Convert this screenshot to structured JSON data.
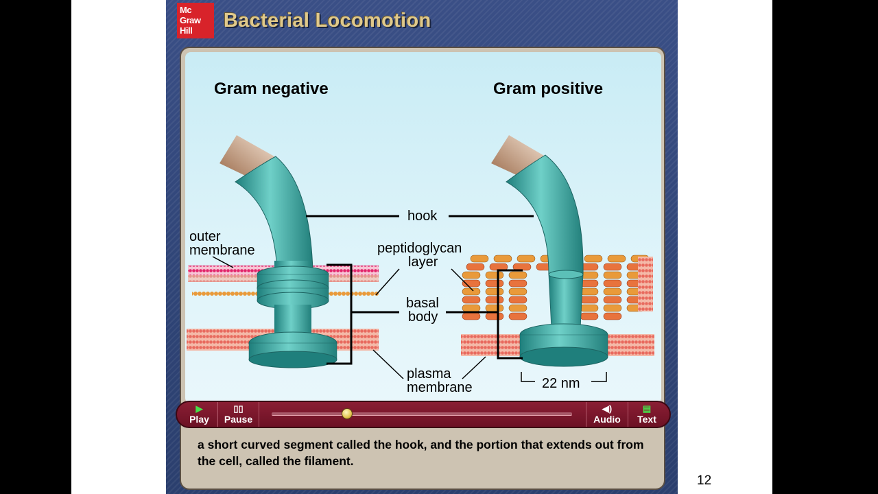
{
  "publisher_logo": {
    "line1": "Mc",
    "line2": "Graw",
    "line3": "Hill"
  },
  "title": "Bacterial Locomotion",
  "diagram": {
    "left_heading": "Gram negative",
    "right_heading": "Gram positive",
    "labels": {
      "hook": "hook",
      "outer_membrane_1": "outer",
      "outer_membrane_2": "membrane",
      "peptidoglycan_1": "peptidoglycan",
      "peptidoglycan_2": "layer",
      "basal_1": "basal",
      "basal_2": "body",
      "plasma_1": "plasma",
      "plasma_2": "membrane",
      "width": "22 nm"
    }
  },
  "controls": {
    "play_label": "Play",
    "pause_label": "Pause",
    "audio_label": "Audio",
    "text_label": "Text",
    "progress": 0.25
  },
  "caption": "a short curved segment called the hook, and the portion that extends out from the cell, called the filament.",
  "page_number": "12",
  "colors": {
    "accent": "#7a1529",
    "structure": "#3fa6a0",
    "stage": "#d4f0f7"
  }
}
